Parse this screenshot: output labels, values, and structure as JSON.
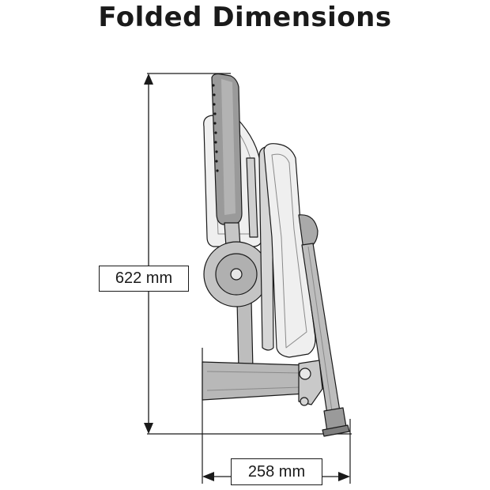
{
  "title": "Folded Dimensions",
  "dimensions": {
    "height_label": "622 mm",
    "width_label": "258 mm"
  },
  "colors": {
    "line": "#1a1a1a",
    "frame_gray": "#b5b5b5",
    "dark_gray": "#8f8f8f",
    "light_gray": "#ececec"
  }
}
